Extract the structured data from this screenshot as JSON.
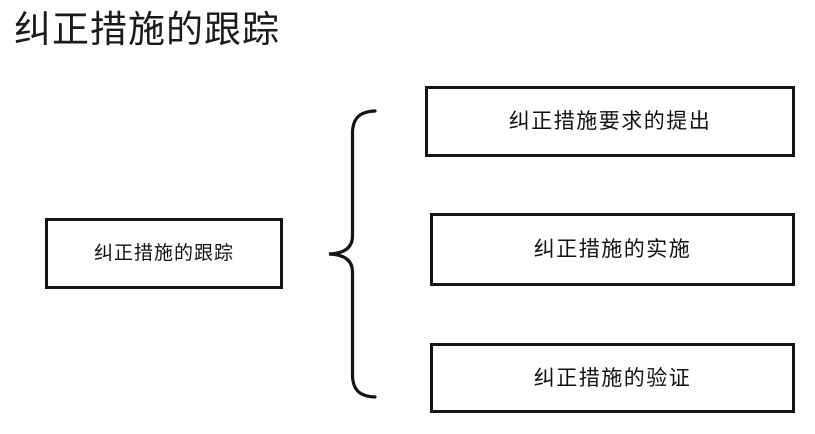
{
  "page": {
    "title": "纠正措施的跟踪",
    "background_color": "#ffffff",
    "text_color": "#1b1b1b",
    "line_color": "#141414"
  },
  "diagram": {
    "type": "brace-bracket-breakdown",
    "source": {
      "label": "纠正措施的跟踪"
    },
    "connector": {
      "icon": "curly-brace-right",
      "orientation": "points-left"
    },
    "branches": [
      {
        "label": "纠正措施要求的提出"
      },
      {
        "label": "纠正措施的实施"
      },
      {
        "label": "纠正措施的验证"
      }
    ]
  }
}
